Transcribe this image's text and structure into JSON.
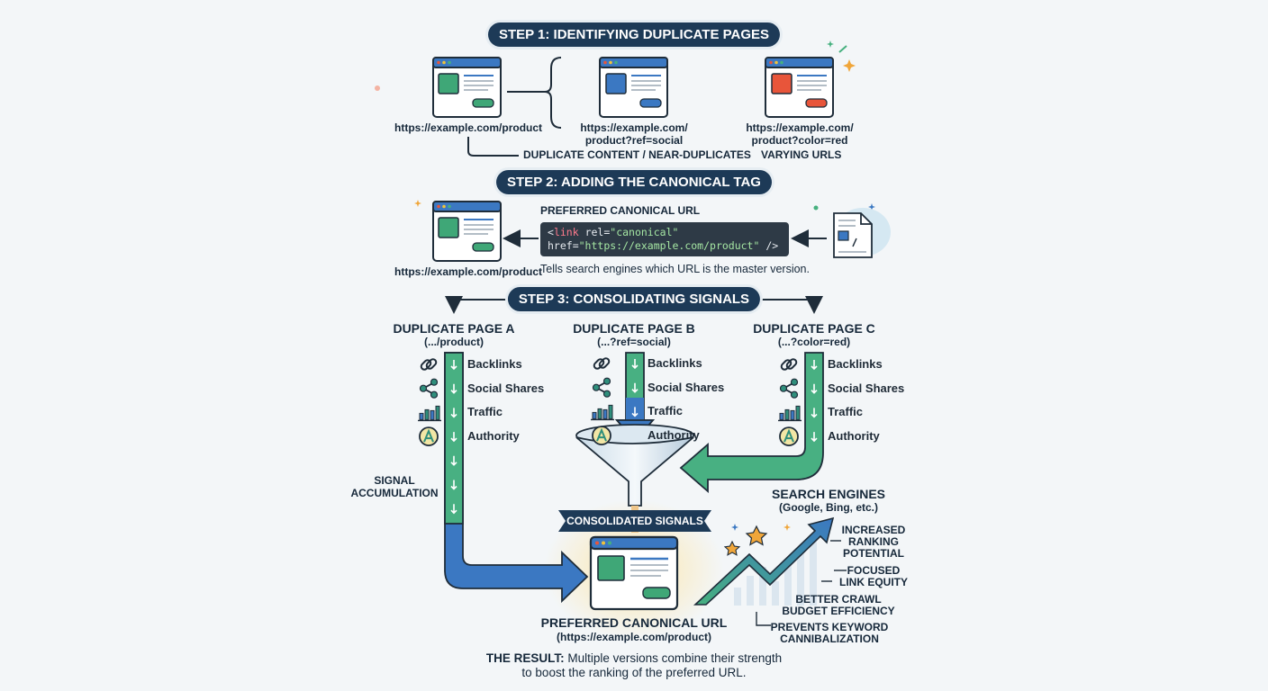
{
  "step1": {
    "title": "STEP 1: IDENTIFYING DUPLICATE PAGES",
    "url_main": "https://example.com/product",
    "url_ref_1": "https://example.com/",
    "url_ref_2": "product?ref=social",
    "url_color_1": "https://example.com/",
    "url_color_2": "product?color=red",
    "label_duplicate": "DUPLICATE CONTENT / NEAR-DUPLICATES",
    "label_varying": "VARYING URLS"
  },
  "step2": {
    "title": "STEP 2: ADDING THE CANONICAL TAG",
    "preferred_label": "PREFERRED CANONICAL URL",
    "code_line1_open": "<",
    "code_line1_tag": "link",
    "code_line1_attr": " rel=",
    "code_line1_val": "\"canonical\"",
    "code_line2_attr": "href=",
    "code_line2_val": "\"https://example.com/product\"",
    "code_line2_close": " />",
    "note": "Tells search engines which URL is the master version.",
    "url": "https://example.com/product"
  },
  "step3": {
    "title": "STEP 3: CONSOLIDATING SIGNALS",
    "pages": [
      {
        "name": "DUPLICATE PAGE A",
        "path": "(.../product)"
      },
      {
        "name": "DUPLICATE PAGE B",
        "path": "(...?ref=social)"
      },
      {
        "name": "DUPLICATE PAGE C",
        "path": "(...?color=red)"
      }
    ],
    "signals": [
      "Backlinks",
      "Social Shares",
      "Traffic",
      "Authority"
    ],
    "accum_1": "SIGNAL",
    "accum_2": "ACCUMULATION",
    "consolidated": "CONSOLIDATED SIGNALS",
    "preferred_title": "PREFERRED CANONICAL URL",
    "preferred_url": "(https://example.com/product)",
    "search_title": "SEARCH ENGINES",
    "search_sub": "(Google, Bing, etc.)",
    "benefits": [
      [
        "INCREASED",
        "RANKING",
        "POTENTIAL"
      ],
      [
        "FOCUSED",
        "LINK EQUITY"
      ],
      [
        "BETTER CRAWL",
        "BUDGET EFFICIENCY"
      ],
      [
        "PREVENTS KEYWORD",
        "CANNIBALIZATION"
      ]
    ],
    "result_bold": "THE RESULT:",
    "result_text": " Multiple versions combine their strength",
    "result_text2": "to boost the ranking of the preferred URL."
  },
  "colors": {
    "navy": "#1d3a57",
    "blue_arrow": "#3b78c2",
    "green_arrow": "#48b082",
    "teal": "#2f8f7c",
    "red_block": "#e8553a",
    "green_block": "#3fa777",
    "blue_block": "#3b78c2",
    "star": "#f0a63a"
  }
}
